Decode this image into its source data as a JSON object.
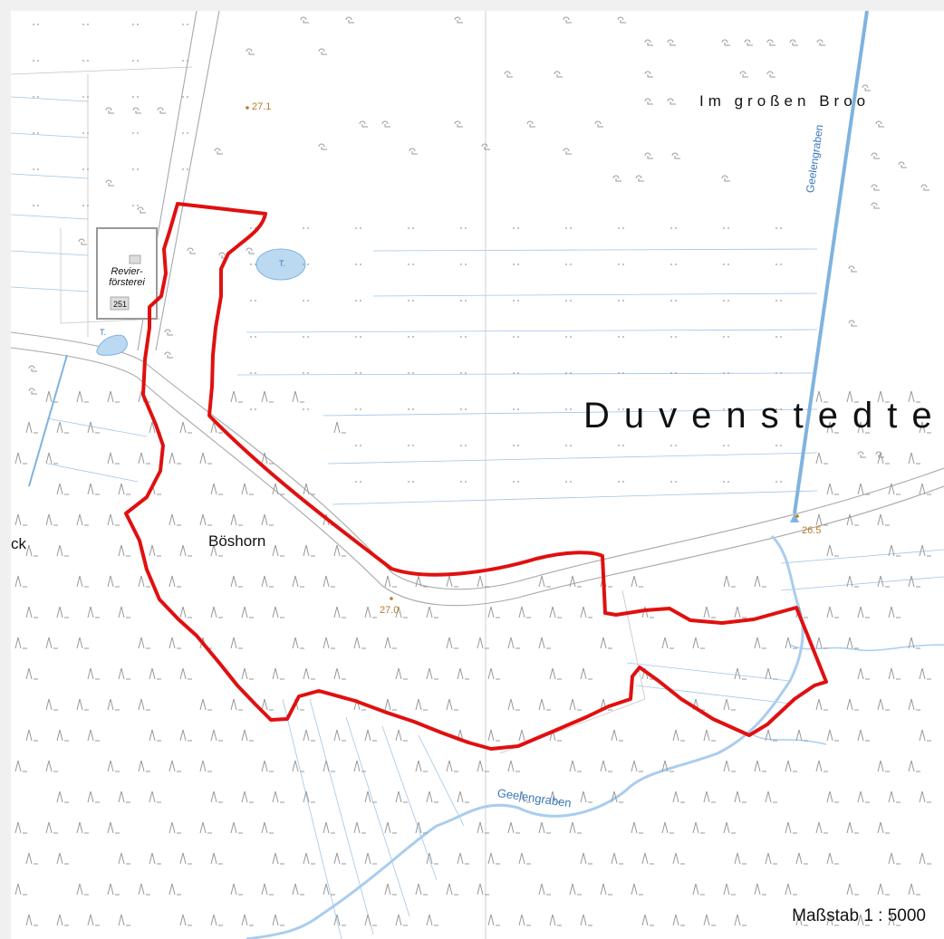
{
  "map": {
    "scale_label": "Maßstab 1 : 5000",
    "places": {
      "duvenstedter": "Duvenstedte",
      "im_grossen_broo": "Im großen Broo",
      "boeshorn": "Böshorn",
      "ck": "ck"
    },
    "building": {
      "name_line1": "Revier-",
      "name_line2": "försterei",
      "house_number": "251"
    },
    "spot_heights": {
      "h1": "27.1",
      "h2": "27.0",
      "h3": "26.5"
    },
    "water": {
      "geelengraben_upper": "Geelengraben",
      "geelengraben_lower": "Geelengraben",
      "pond1": "T.",
      "pond2": "T."
    },
    "colors": {
      "boundary": "#e01010",
      "water": "#7fb3e0",
      "water_fill": "#bcd9f2",
      "road": "#a0a0a0",
      "symbol": "#999999",
      "elevation": "#b87a2a"
    },
    "icons": [
      "meadow-symbol",
      "forest-symbol",
      "spot-height-dot"
    ]
  }
}
